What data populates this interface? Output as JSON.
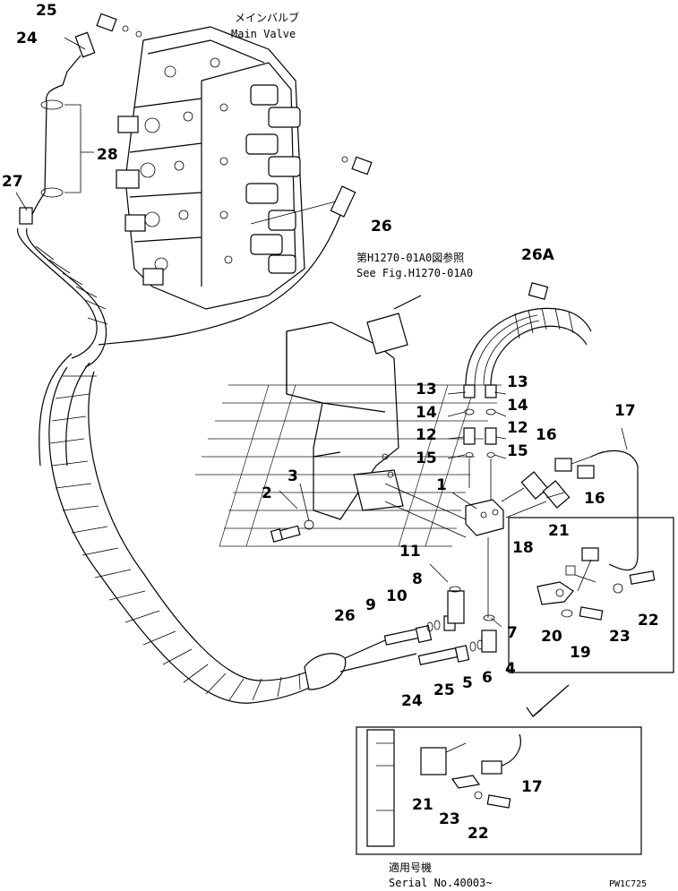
{
  "labels": {
    "main_valve_jp": "メインバルブ",
    "main_valve_en": "Main Valve",
    "see_fig_jp": "第H1270-01A0図参照",
    "see_fig_en": "See Fig.H1270-01A0",
    "serial_jp": "適用号機",
    "serial_en": "Serial No.40003~",
    "drawing_code": "PW1C725"
  },
  "part_numbers": [
    "25",
    "24",
    "28",
    "27",
    "26",
    "26A",
    "13",
    "13",
    "14",
    "14",
    "12",
    "12",
    "15",
    "15",
    "16",
    "16",
    "17",
    "1",
    "2",
    "3",
    "11",
    "8",
    "10",
    "9",
    "26",
    "21",
    "18",
    "22",
    "23",
    "20",
    "19",
    "7",
    "4",
    "6",
    "5",
    "25",
    "24",
    "17",
    "21",
    "23",
    "22"
  ]
}
